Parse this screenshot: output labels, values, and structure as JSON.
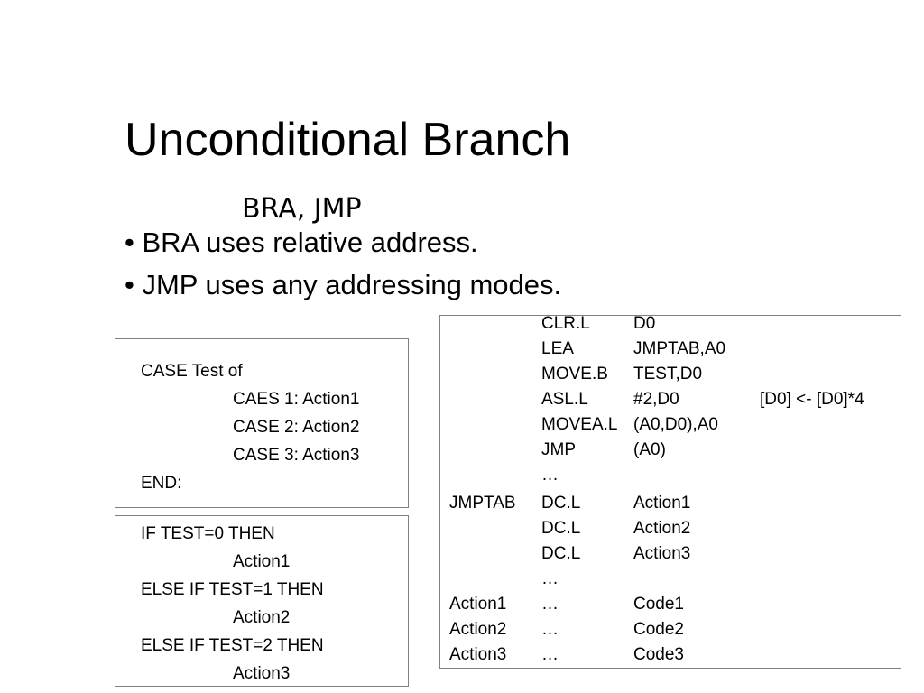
{
  "slide": {
    "title": "Unconditional Branch",
    "subtitle": "BRA, JMP",
    "bullets": [
      "• BRA uses relative address.",
      "• JMP uses any addressing modes."
    ]
  },
  "case_box": {
    "lines": [
      "CASE Test of",
      "CAES 1:  Action1",
      "CASE 2:  Action2",
      "CASE 3:  Action3",
      "END:"
    ]
  },
  "if_box": {
    "lines": [
      "IF TEST=0 THEN",
      "Action1",
      "ELSE IF TEST=1 THEN",
      "Action2",
      "ELSE IF TEST=2 THEN",
      "Action3"
    ]
  },
  "asm_box": {
    "rows": [
      {
        "label": "",
        "op": "CLR.L",
        "arg": "D0",
        "comment": ""
      },
      {
        "label": "",
        "op": "LEA",
        "arg": "JMPTAB,A0",
        "comment": ""
      },
      {
        "label": "",
        "op": "MOVE.B",
        "arg": "TEST,D0",
        "comment": ""
      },
      {
        "label": "",
        "op": "ASL.L",
        "arg": "#2,D0",
        "comment": "[D0] <- [D0]*4"
      },
      {
        "label": "",
        "op": "MOVEA.L",
        "arg": "(A0,D0),A0",
        "comment": ""
      },
      {
        "label": "",
        "op": "JMP",
        "arg": "(A0)",
        "comment": ""
      },
      {
        "label": "",
        "op": "…",
        "arg": "",
        "comment": ""
      },
      {
        "label": "JMPTAB",
        "op": "DC.L",
        "arg": "Action1",
        "comment": ""
      },
      {
        "label": "",
        "op": "DC.L",
        "arg": "Action2",
        "comment": ""
      },
      {
        "label": "",
        "op": "DC.L",
        "arg": "Action3",
        "comment": ""
      },
      {
        "label": "",
        "op": "…",
        "arg": "",
        "comment": ""
      },
      {
        "label": "Action1",
        "op": "…",
        "arg": "Code1",
        "comment": ""
      },
      {
        "label": "Action2",
        "op": "…",
        "arg": "Code2",
        "comment": ""
      },
      {
        "label": "Action3",
        "op": "…",
        "arg": "Code3",
        "comment": ""
      }
    ]
  }
}
